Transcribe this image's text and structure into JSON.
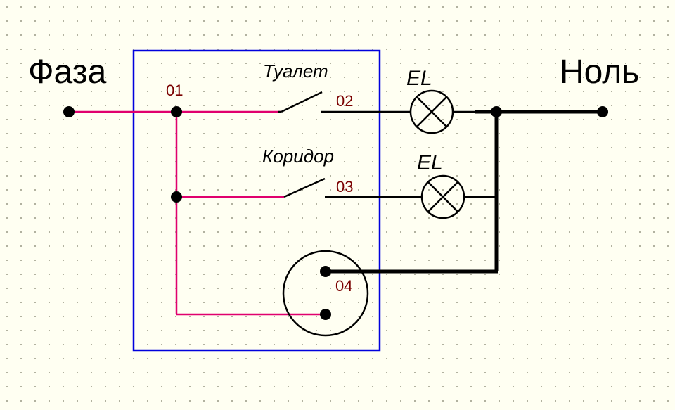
{
  "labels": {
    "phase": "Фаза",
    "neutral": "Ноль",
    "switch1": "Туалет",
    "switch2": "Коридор",
    "lamp1": "EL",
    "lamp2": "EL"
  },
  "nodes": {
    "n01": "01",
    "n02": "02",
    "n03": "03",
    "n04": "04"
  },
  "colors": {
    "background": "#fffff2",
    "grid_dot": "#9a9a86",
    "phase_wire": "#e0006e",
    "neutral_wire": "#000000",
    "enclosure": "#0000dd",
    "node_label": "#7a0000"
  }
}
